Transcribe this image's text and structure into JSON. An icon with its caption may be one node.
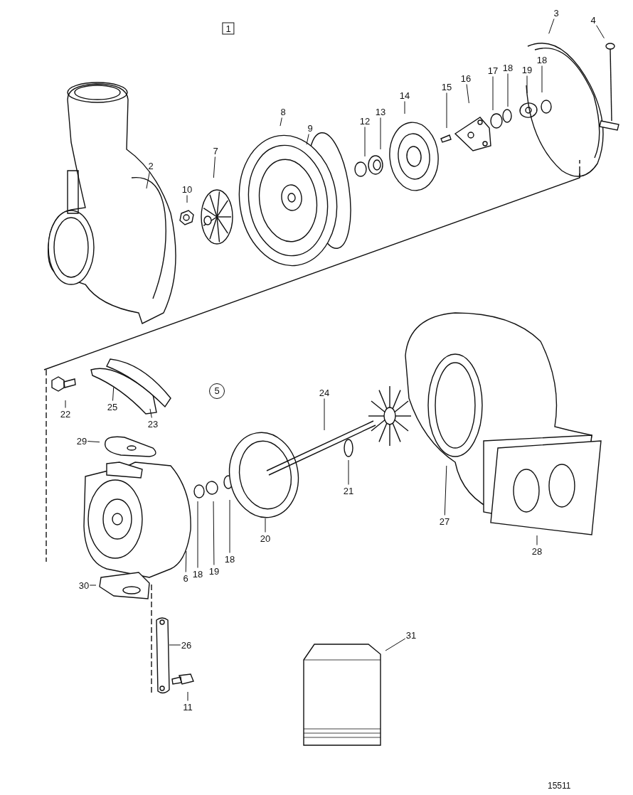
{
  "diagram": {
    "nodes": [
      {
        "text": [
          "1"
        ]
      },
      {
        "text": [
          "3"
        ]
      },
      {
        "text": [
          "4"
        ]
      },
      {
        "text": [
          "18"
        ]
      },
      {
        "text": [
          "19"
        ]
      },
      {
        "text": [
          "18"
        ]
      },
      {
        "text": [
          "17"
        ]
      },
      {
        "text": [
          "16"
        ]
      },
      {
        "text": [
          "15"
        ]
      },
      {
        "text": [
          "14"
        ]
      },
      {
        "text": [
          "13"
        ]
      },
      {
        "text": [
          "12"
        ]
      },
      {
        "text": [
          "9"
        ]
      },
      {
        "text": [
          "8"
        ]
      },
      {
        "text": [
          "7"
        ]
      },
      {
        "text": [
          "2"
        ]
      },
      {
        "text": [
          "10"
        ]
      },
      {
        "text": [
          "5"
        ]
      },
      {
        "text": [
          "24"
        ]
      },
      {
        "text": [
          "22"
        ]
      },
      {
        "text": [
          "25"
        ]
      },
      {
        "text": [
          "23"
        ]
      },
      {
        "text": [
          "29"
        ]
      },
      {
        "text": [
          "21"
        ]
      },
      {
        "text": [
          "27"
        ]
      },
      {
        "text": [
          "28"
        ]
      },
      {
        "text": [
          "20"
        ]
      },
      {
        "text": [
          "18"
        ]
      },
      {
        "text": [
          "19"
        ]
      },
      {
        "text": [
          "18"
        ]
      },
      {
        "text": [
          "6"
        ]
      },
      {
        "text": [
          "30"
        ]
      },
      {
        "text": [
          "31"
        ]
      },
      {
        "text": [
          "26"
        ]
      },
      {
        "text": [
          "11"
        ]
      },
      {
        "text": [],
        "shape": "picture"
      }
    ],
    "edges": [
      {
        "from": 1,
        "to": null,
        "arrow": "none"
      },
      {
        "from": 2,
        "to": null,
        "arrow": "none"
      },
      {
        "from": 3,
        "to": null,
        "arrow": "none"
      },
      {
        "from": 4,
        "to": null,
        "arrow": "none"
      },
      {
        "from": 5,
        "to": null,
        "arrow": "none"
      },
      {
        "from": 6,
        "to": null,
        "arrow": "none"
      },
      {
        "from": 7,
        "to": null,
        "arrow": "none"
      },
      {
        "from": 8,
        "to": null,
        "arrow": "none"
      },
      {
        "from": 9,
        "to": null,
        "arrow": "none"
      },
      {
        "from": 10,
        "to": null,
        "arrow": "none"
      },
      {
        "from": 11,
        "to": null,
        "arrow": "none"
      },
      {
        "from": 12,
        "to": null,
        "arrow": "none"
      },
      {
        "from": 13,
        "to": null,
        "arrow": "none"
      },
      {
        "from": 14,
        "to": null,
        "arrow": "none"
      },
      {
        "from": 15,
        "to": null,
        "arrow": "none"
      },
      {
        "from": 16,
        "to": null,
        "arrow": "none"
      },
      {
        "from": 18,
        "to": null,
        "arrow": "none"
      },
      {
        "from": 19,
        "to": null,
        "arrow": "none"
      },
      {
        "from": 20,
        "to": null,
        "arrow": "none"
      },
      {
        "from": 21,
        "to": null,
        "arrow": "none"
      },
      {
        "from": 22,
        "to": null,
        "arrow": "none"
      },
      {
        "from": 23,
        "to": null,
        "arrow": "none"
      },
      {
        "from": 24,
        "to": null,
        "arrow": "none"
      },
      {
        "from": 25,
        "to": null,
        "arrow": "none"
      },
      {
        "from": 26,
        "to": null,
        "arrow": "none"
      },
      {
        "from": 27,
        "to": null,
        "arrow": "none"
      },
      {
        "from": 28,
        "to": null,
        "arrow": "none"
      },
      {
        "from": 29,
        "to": null,
        "arrow": "none"
      },
      {
        "from": 30,
        "to": null,
        "arrow": "none"
      },
      {
        "from": 31,
        "to": null,
        "arrow": "none"
      },
      {
        "from": 32,
        "to": 35,
        "arrow": "none"
      },
      {
        "from": 33,
        "to": null,
        "arrow": "none"
      },
      {
        "from": 34,
        "to": null,
        "arrow": "none"
      }
    ],
    "labels": [
      "15511"
    ]
  }
}
